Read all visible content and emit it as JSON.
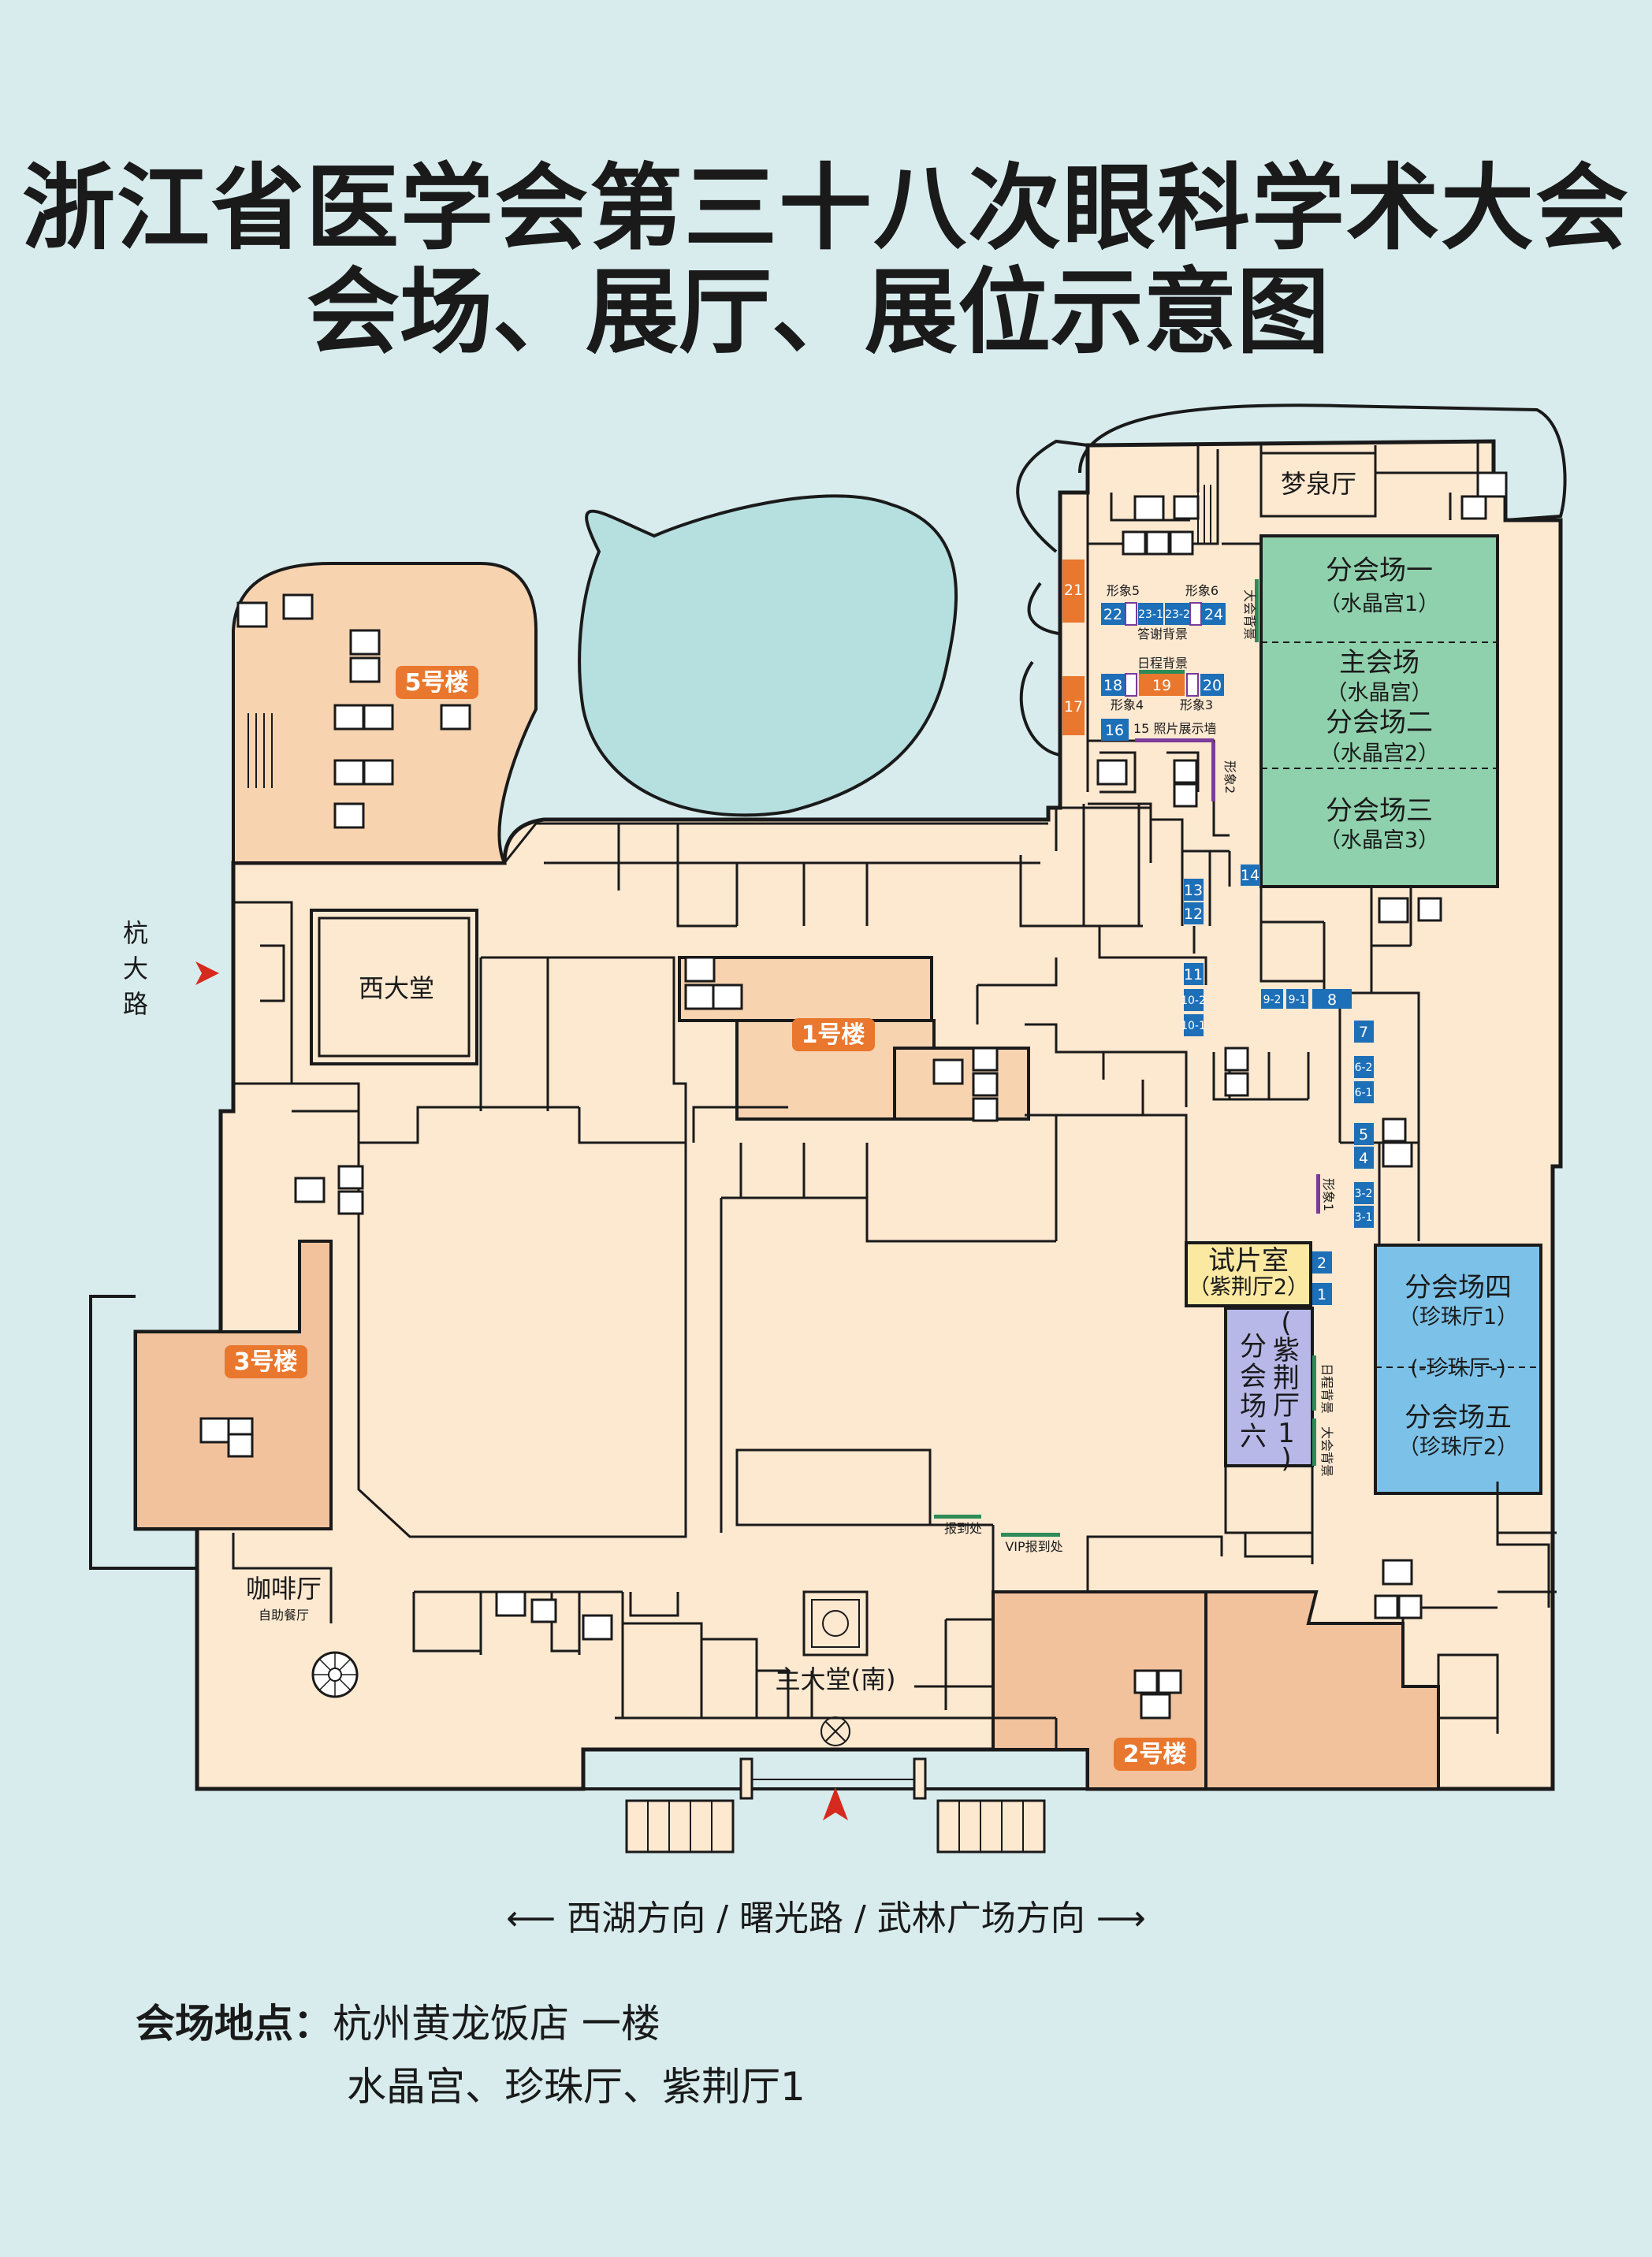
{
  "header": {
    "title_line1": "浙江省医学会第三十八次眼科学术大会",
    "title_line2": "会场、展厅、展位示意图"
  },
  "colors": {
    "background": "#d8eced",
    "floor": "#fde8d0",
    "building_highlight": "#f7d3b0",
    "building_highlight_dark": "#f2c29d",
    "building_badge": "#e9772d",
    "pond": "#b6dfe0",
    "hall_green": "#8fd1ad",
    "hall_blue": "#7cc2e8",
    "hall_lavender": "#b7b8e8",
    "screening_yellow": "#fbe9a1",
    "booth_blue": "#1d6fb8",
    "booth_orange": "#e9772d",
    "arrow_red": "#d62a1f"
  },
  "map": {
    "road_label": "杭大路",
    "buildings": [
      "5号楼",
      "1号楼",
      "3号楼",
      "2号楼"
    ],
    "rooms": {
      "mengquan": "梦泉厅",
      "west_hall": "西大堂",
      "cafe": "咖啡厅",
      "buffet": "自助餐厅",
      "main_lobby": "主大堂(南)",
      "registration": "报到处",
      "vip_registration": "VIP报到处"
    },
    "halls": {
      "sub1_name": "分会场一",
      "sub1_room": "（水晶宫1）",
      "main_name": "主会场",
      "main_room": "（水晶宫）",
      "sub2_name": "分会场二",
      "sub2_room": "（水晶宫2）",
      "sub3_name": "分会场三",
      "sub3_room": "（水晶宫3）",
      "sub4_name": "分会场四",
      "sub4_room": "（珍珠厅1）",
      "pearl_hall": "(-珍珠厅-)",
      "sub5_name": "分会场五",
      "sub5_room": "（珍珠厅2）",
      "sub6_name": "分会场六",
      "sub6_room": "（紫荆厅1）",
      "screening_name": "试片室",
      "screening_room": "（紫荆厅2）"
    },
    "signage": {
      "image5": "形象5",
      "image6": "形象6",
      "image4": "形象4",
      "image3": "形象3",
      "image2": "形象2",
      "image1": "形象1",
      "thanks_backdrop": "答谢背景",
      "schedule_backdrop": "日程背景",
      "schedule_backdrop_v": "日程背景",
      "main_backdrop": "大会背景",
      "main_backdrop_2": "大会背景",
      "photo_wall": "15 照片展示墙"
    },
    "booths": {
      "b21": "21",
      "b22": "22",
      "b23_1": "23-1",
      "b23_2": "23-2",
      "b24": "24",
      "b18": "18",
      "b19": "19",
      "b20": "20",
      "b17": "17",
      "b16": "16",
      "b14": "14",
      "b13": "13",
      "b12": "12",
      "b11": "11",
      "b10_2": "10-2",
      "b10_1": "10-1",
      "b9_2": "9-2",
      "b9_1": "9-1",
      "b8": "8",
      "b7": "7",
      "b6_2": "6-2",
      "b6_1": "6-1",
      "b5": "5",
      "b4": "4",
      "b3_2": "3-2",
      "b3_1": "3-1",
      "b2": "2",
      "b1": "1"
    }
  },
  "footer": {
    "direction": "西湖方向 / 曙光路 / 武林广场方向",
    "venue_label": "会场地点：",
    "venue_line1": "杭州黄龙饭店 一楼",
    "venue_line2": "水晶宫、珍珠厅、紫荆厅1"
  }
}
